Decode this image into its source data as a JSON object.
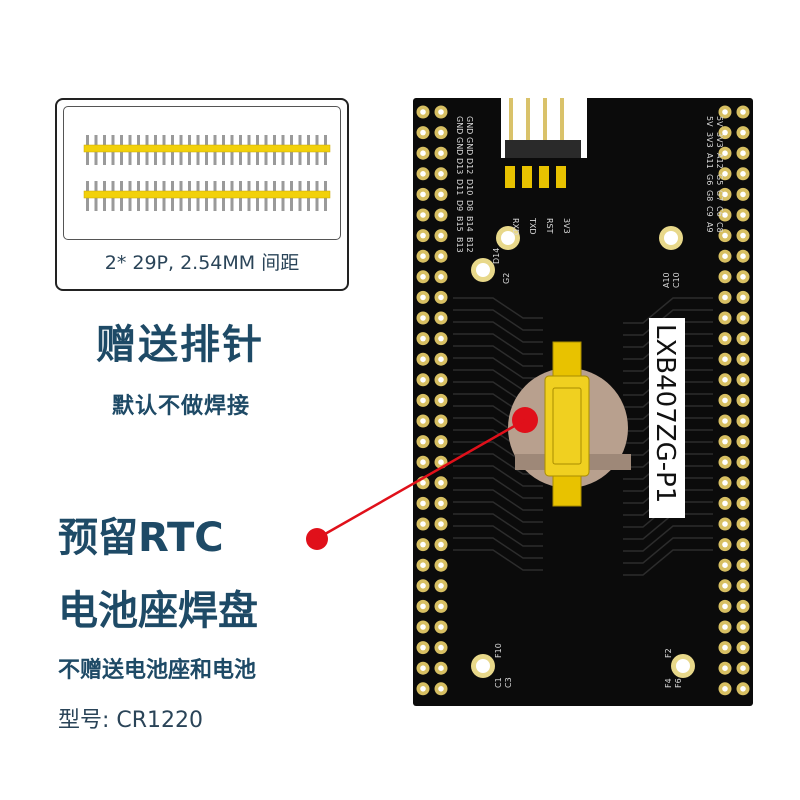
{
  "header": {
    "spec": "2* 29P, 2.54MM 间距"
  },
  "left_text": {
    "gift_title": "赠送排针",
    "gift_sub": "默认不做焊接",
    "rtc_line1": "预留RTC",
    "rtc_line2": "电池座焊盘",
    "rtc_note": "不赠送电池座和电池",
    "model": "型号: CR1220"
  },
  "board": {
    "name": "LXB407ZG-P1",
    "uart_labels": [
      "RXD",
      "TXD",
      "RST",
      "3V3"
    ],
    "left_col_top": [
      "GND",
      "GND",
      "D13",
      "D11",
      "D9",
      "B15",
      "B13"
    ],
    "left_col_top2": [
      "GND",
      "GND",
      "D12",
      "D10",
      "D8",
      "B14",
      "B12"
    ],
    "right_col_top": [
      "5V",
      "3V3",
      "A11",
      "G6",
      "G8",
      "C9",
      "A9"
    ],
    "right_col_top2": [
      "5V",
      "3V3",
      "A12",
      "G5",
      "G7",
      "C6",
      "C8"
    ],
    "misc_labels": [
      "D14",
      "G2",
      "A10",
      "C10",
      "F10",
      "C1",
      "C3",
      "F2",
      "F4",
      "F6"
    ]
  }
}
